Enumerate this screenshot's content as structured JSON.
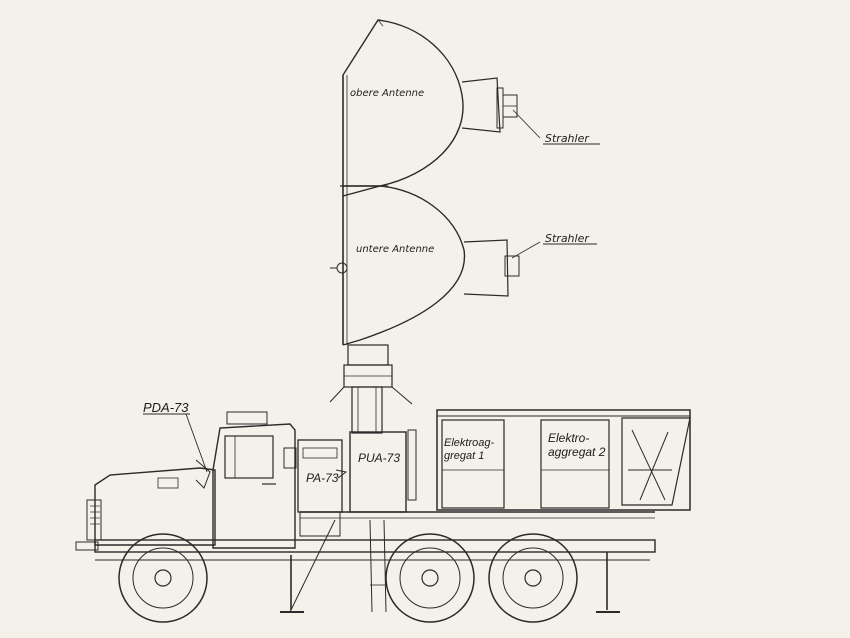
{
  "labels": {
    "upper_antenna": "obere Antenne",
    "upper_radiator": "Strahler",
    "lower_antenna": "untere Antenne",
    "lower_radiator": "Strahler",
    "pda_cab": "PDA-73",
    "pa": "PA-73",
    "pua": "PUA-73",
    "gen1_line1": "Elektroag-",
    "gen1_line2": "gregat 1",
    "gen2_line1": "Elektro-",
    "gen2_line2": "aggregat 2"
  },
  "colors": {
    "paper": "#f3f1e9",
    "ink": "#2a2a2a"
  }
}
